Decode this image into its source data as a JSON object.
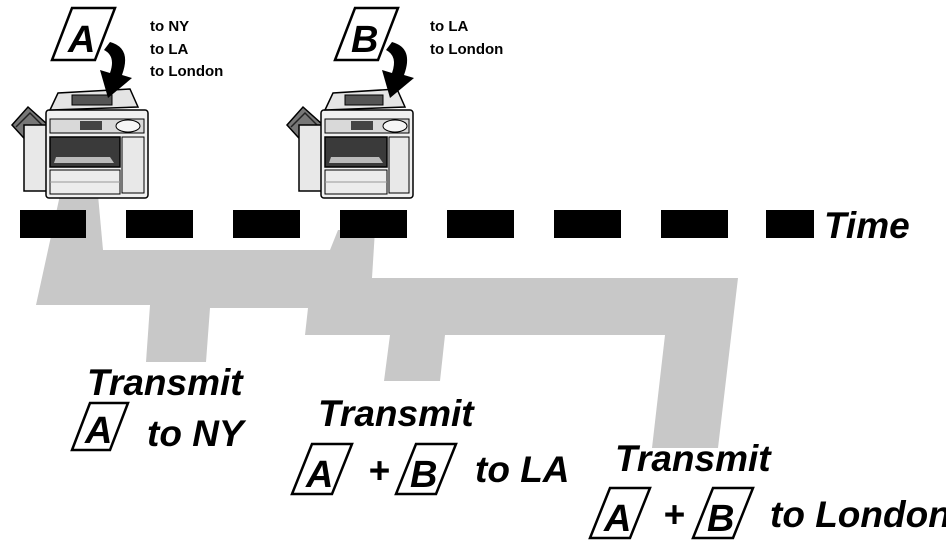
{
  "colors": {
    "flow": "#c8c8c8",
    "timeline": "#000000",
    "machine_body": "#f0f0f0",
    "machine_dark": "#3a3a3a"
  },
  "timeline": {
    "label": "Time"
  },
  "documents": [
    {
      "letter": "A",
      "destinations": [
        "to NY",
        "to LA",
        "to London"
      ]
    },
    {
      "letter": "B",
      "destinations": [
        "to LA",
        "to London"
      ]
    }
  ],
  "transmissions": [
    {
      "title": "Transmit",
      "documents": [
        "A"
      ],
      "target": "to NY"
    },
    {
      "title": "Transmit",
      "documents": [
        "A",
        "B"
      ],
      "plus": "+",
      "target": "to LA"
    },
    {
      "title": "Transmit",
      "documents": [
        "A",
        "B"
      ],
      "plus": "+",
      "target": "to London"
    }
  ]
}
